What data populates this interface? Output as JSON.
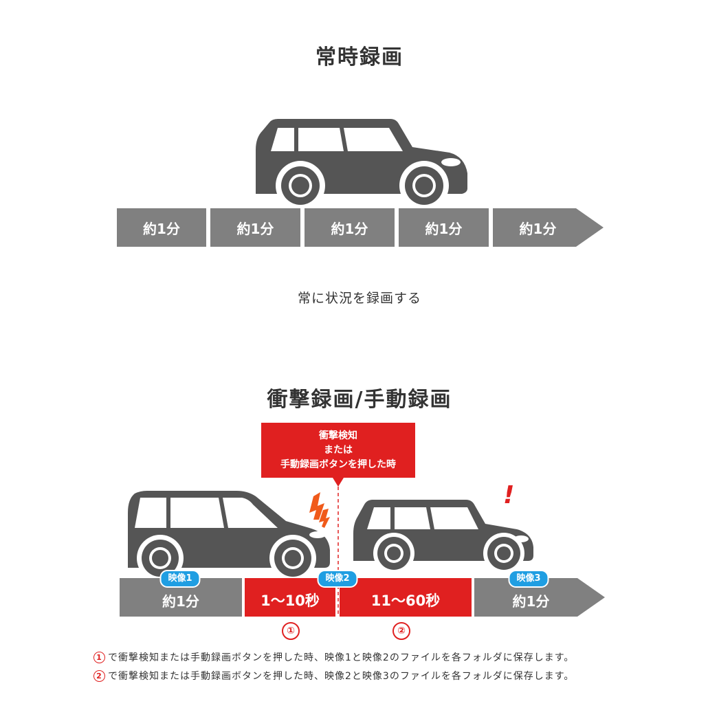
{
  "section1": {
    "title": "常時録画",
    "segments": [
      "約1分",
      "約1分",
      "約1分",
      "約1分",
      "約1分"
    ],
    "caption": "常に状況を録画する"
  },
  "section2": {
    "title": "衝撃録画/手動録画",
    "callout": [
      "衝撃検知",
      "または",
      "手動録画ボタンを押した時"
    ],
    "segments": [
      {
        "label": "約1分",
        "color": "#808080"
      },
      {
        "label": "1〜10秒",
        "color": "#e02020"
      },
      {
        "label": "11〜60秒",
        "color": "#e02020"
      },
      {
        "label": "約1分",
        "color": "#808080"
      }
    ],
    "badges": [
      "映像1",
      "映像2",
      "映像3"
    ],
    "markers": [
      "①",
      "②"
    ],
    "exclamation": "!",
    "notes": [
      {
        "num": "1",
        "text": "で衝撃検知または手動録画ボタンを押した時、映像1と映像2のファイルを各フォルダに保存します。"
      },
      {
        "num": "2",
        "text": "で衝撃検知または手動録画ボタンを押した時、映像2と映像3のファイルを各フォルダに保存します。"
      }
    ]
  },
  "colors": {
    "gray": "#808080",
    "car": "#555555",
    "red": "#e02020",
    "blue": "#1f9ee2",
    "lightning": "#f05a1a"
  }
}
